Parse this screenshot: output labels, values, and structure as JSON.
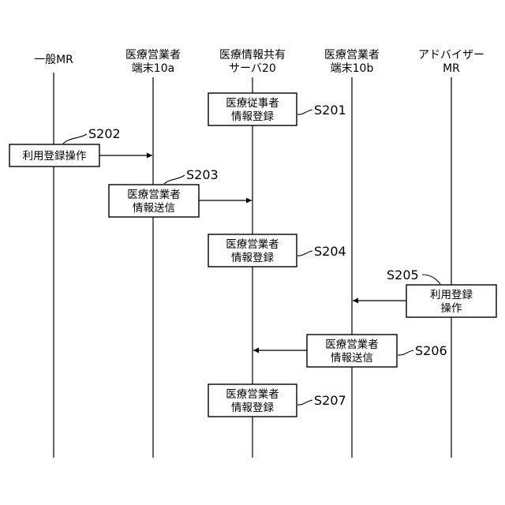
{
  "lanes": {
    "general_mr": [
      "一般MR"
    ],
    "terminal_10a": [
      "医療営業者",
      "端末10a"
    ],
    "server_20": [
      "医療情報共有",
      "サーバ20"
    ],
    "terminal_10b": [
      "医療営業者",
      "端末10b"
    ],
    "advisor_mr": [
      "アドバイザー",
      "MR"
    ]
  },
  "steps": {
    "s201": {
      "label": "S201",
      "text": [
        "医療従事者",
        "情報登録"
      ]
    },
    "s202": {
      "label": "S202",
      "text": [
        "利用登録操作"
      ]
    },
    "s203": {
      "label": "S203",
      "text": [
        "医療営業者",
        "情報送信"
      ]
    },
    "s204": {
      "label": "S204",
      "text": [
        "医療営業者",
        "情報登録"
      ]
    },
    "s205": {
      "label": "S205",
      "text": [
        "利用登録",
        "操作"
      ]
    },
    "s206": {
      "label": "S206",
      "text": [
        "医療営業者",
        "情報送信"
      ]
    },
    "s207": {
      "label": "S207",
      "text": [
        "医療営業者",
        "情報登録"
      ]
    }
  }
}
